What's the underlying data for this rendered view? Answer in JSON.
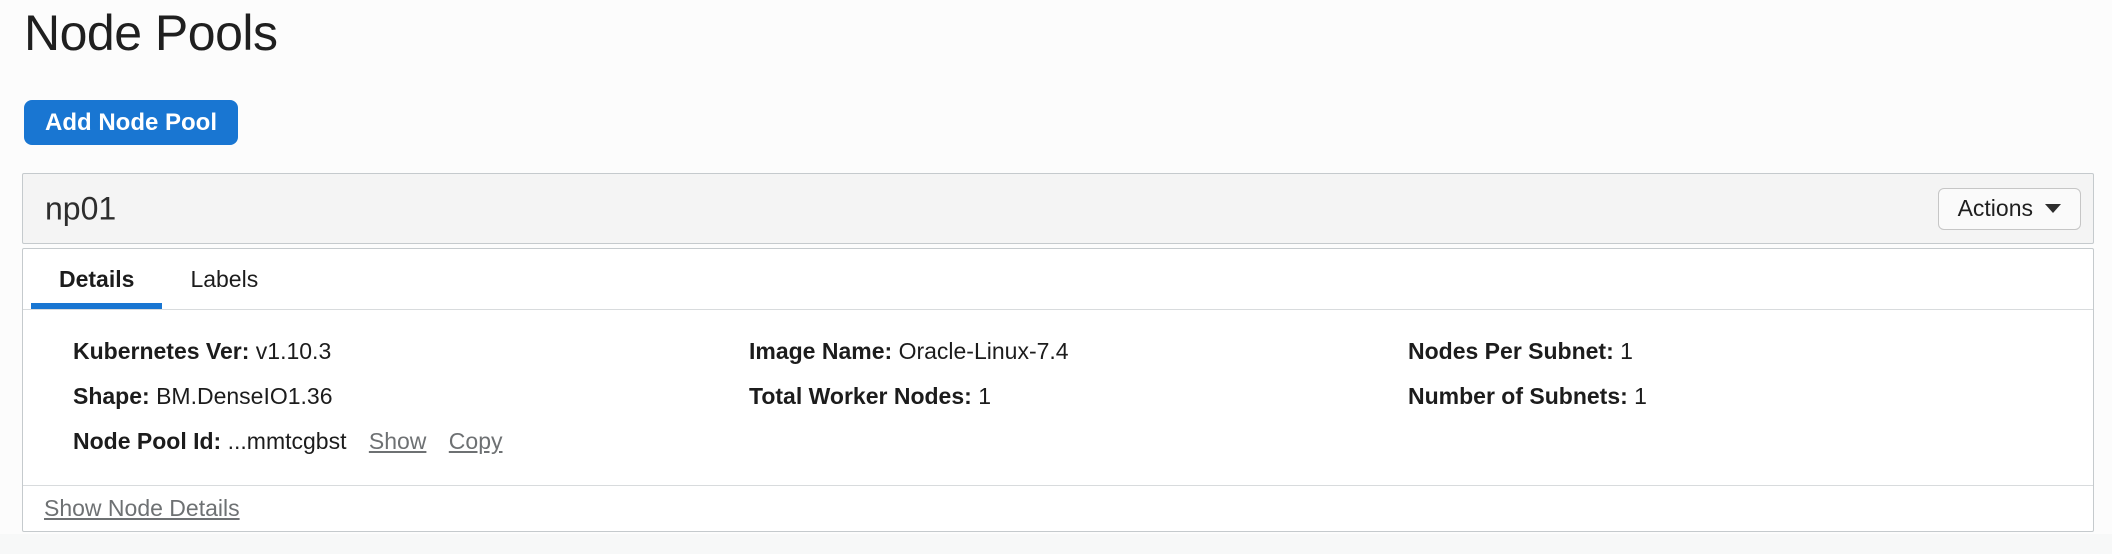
{
  "page": {
    "title": "Node Pools"
  },
  "toolbar": {
    "add_button_label": "Add Node Pool"
  },
  "node_pool_card": {
    "name": "np01",
    "actions_button_label": "Actions",
    "tabs": {
      "details": "Details",
      "labels": "Labels"
    },
    "details": {
      "kubernetes_ver": {
        "label": "Kubernetes Ver:",
        "value": "v1.10.3"
      },
      "shape": {
        "label": "Shape:",
        "value": "BM.DenseIO1.36"
      },
      "node_pool_id": {
        "label": "Node Pool Id:",
        "value": "...mmtcgbst",
        "show_link": "Show",
        "copy_link": "Copy"
      },
      "image_name": {
        "label": "Image Name:",
        "value": "Oracle-Linux-7.4"
      },
      "total_worker_nodes": {
        "label": "Total Worker Nodes:",
        "value": "1"
      },
      "nodes_per_subnet": {
        "label": "Nodes Per Subnet:",
        "value": "1"
      },
      "number_of_subnets": {
        "label": "Number of Subnets:",
        "value": "1"
      }
    },
    "footer": {
      "show_node_details_label": "Show Node Details"
    }
  },
  "colors": {
    "primary_blue": "#1976d2",
    "card_border": "#c5cacd",
    "header_background": "#f4f4f4",
    "link_gray": "#6e7173",
    "text": "#1c1c1c"
  }
}
